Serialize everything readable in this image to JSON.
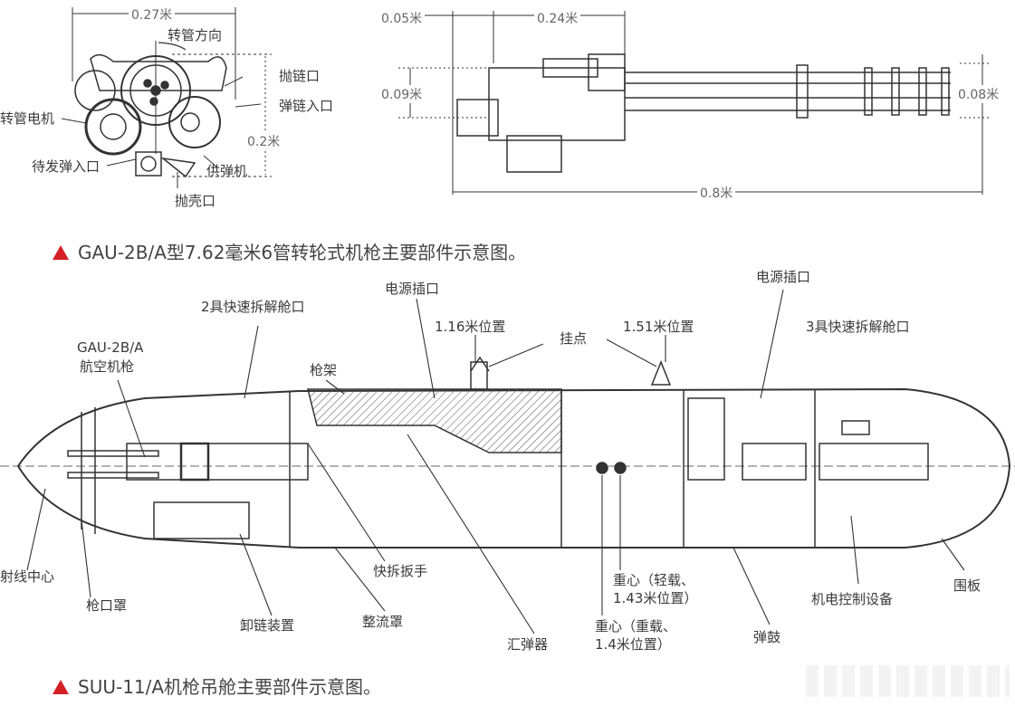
{
  "top_left": {
    "dim_width": "0.27米",
    "dim_height": "0.2米",
    "labels": {
      "rotation_direction": "转管方向",
      "link_ejection": "抛链口",
      "link_entry": "弹链入口",
      "barrel_motor": "转管电机",
      "ready_round_entry": "待发弹入口",
      "feeder": "供弹机",
      "case_ejection": "抛壳口"
    }
  },
  "top_right": {
    "dim_muzzle": "0.05米",
    "dim_receiver": "0.24米",
    "dim_height_left": "0.09米",
    "dim_height_right": "0.08米",
    "dim_length": "0.8米"
  },
  "caption_top": "GAU-2B/A型7.62毫米6管转轮式机枪主要部件示意图。",
  "pod": {
    "labels": {
      "quick_release_2": "2具快速拆解舱口",
      "power_socket_1": "电源插口",
      "power_socket_2": "电源插口",
      "quick_release_3": "3具快速拆解舱口",
      "gun_name_1": "GAU-2B/A",
      "gun_name_2": "航空机枪",
      "gun_mount": "枪架",
      "pos_116": "1.16米位置",
      "pos_151": "1.51米位置",
      "hardpoint": "挂点",
      "bore_center": "射线中心",
      "muzzle_cover": "枪口罩",
      "link_unloader": "卸链装置",
      "fairing": "整流罩",
      "quick_wrench": "快拆扳手",
      "collector": "汇弹器",
      "cg_light_1": "重心（轻载、",
      "cg_light_2": "1.43米位置）",
      "cg_heavy_1": "重心（重载、",
      "cg_heavy_2": "1.4米位置）",
      "drum": "弹鼓",
      "control_equipment": "机电控制设备",
      "shroud": "围板"
    }
  },
  "caption_bottom": "SUU-11/A机枪吊舱主要部件示意图。",
  "colors": {
    "accent": "#d41f26",
    "line": "#333333"
  }
}
